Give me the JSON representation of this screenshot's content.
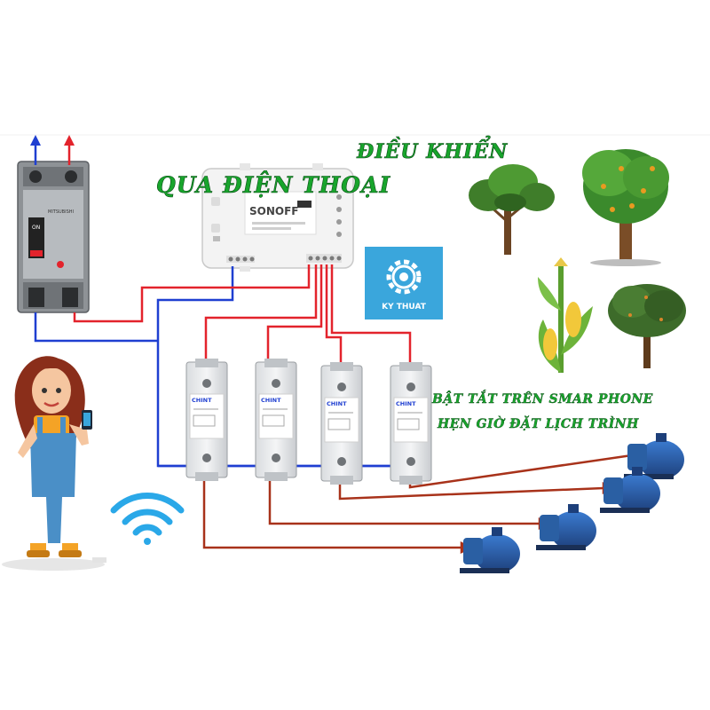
{
  "headline": {
    "line1": "ĐIỀU KHIỂN",
    "line2": "QUA ĐIỆN THOẠI"
  },
  "notes": {
    "line1": "BẬT TẮT TRÊN SMAR PHONE",
    "line2": "HẸN GIỜ ĐẶT LỊCH TRÌNH"
  },
  "breaker": {
    "brand": "MITSUBISHI",
    "on_label": "ON"
  },
  "wifi_switch": {
    "brand": "SONOFF"
  },
  "contactors": [
    {
      "brand": "CHINT"
    },
    {
      "brand": "CHINT"
    },
    {
      "brand": "CHINT"
    },
    {
      "brand": "CHINT"
    }
  ],
  "logo": {
    "text": "KY THUAT"
  },
  "colors": {
    "live_wire": "#e3232c",
    "neutral_wire": "#1f3fd1",
    "motor_wire": "#a8321a",
    "headline_green": "#18a52c",
    "pump_blue": "#2a5fa3"
  },
  "icons": [
    "arrow-up-icon",
    "wifi-icon",
    "gear-icon",
    "phone-icon"
  ]
}
